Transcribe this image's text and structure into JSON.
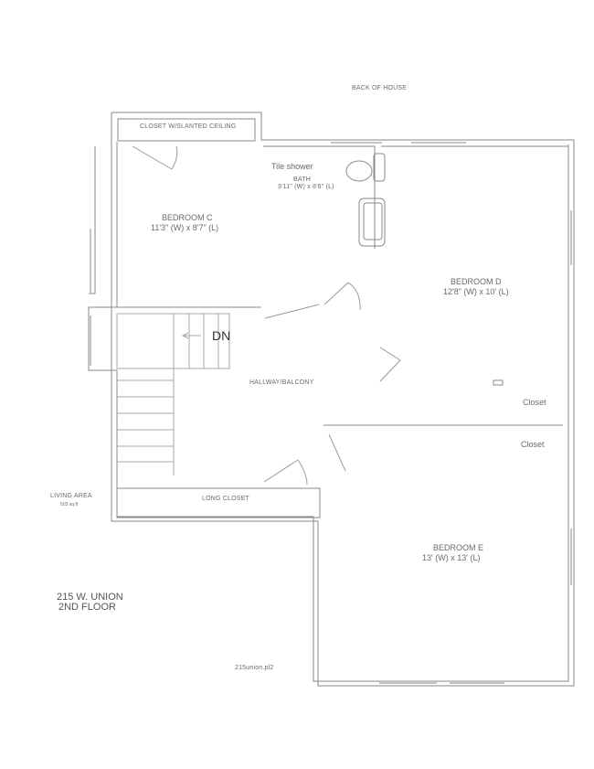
{
  "plan": {
    "orientation_label": "BACK OF HOUSE",
    "address_line1": "215 W. UNION",
    "address_line2": "2ND FLOOR",
    "living_area_label": "LIVING AREA",
    "living_area_value": "503 sq ft",
    "file_name": "215union.pl2",
    "stair_label": "DN",
    "line_color": "#8a8a8a",
    "window_color": "#bdbdbd",
    "text_color": "#6a6a6a"
  },
  "rooms": {
    "closet_slanted": {
      "name": "CLOSET W/SLANTED CEILING"
    },
    "bedroom_c": {
      "name": "BEDROOM C",
      "dims": "11'3\" (W) x 8'7\" (L)"
    },
    "bath": {
      "name": "BATH",
      "dims": "3'11\" (W) x 8'6\" (L)",
      "note": "Tile shower"
    },
    "bedroom_d": {
      "name": "BEDROOM D",
      "dims": "12'8\" (W) x 10' (L)",
      "closet": "Closet"
    },
    "hallway": {
      "name": "HALLWAY/BALCONY"
    },
    "long_closet": {
      "name": "LONG CLOSET"
    },
    "bedroom_e": {
      "name": "BEDROOM E",
      "dims": "13' (W) x 13' (L)",
      "closet": "Closet"
    }
  }
}
